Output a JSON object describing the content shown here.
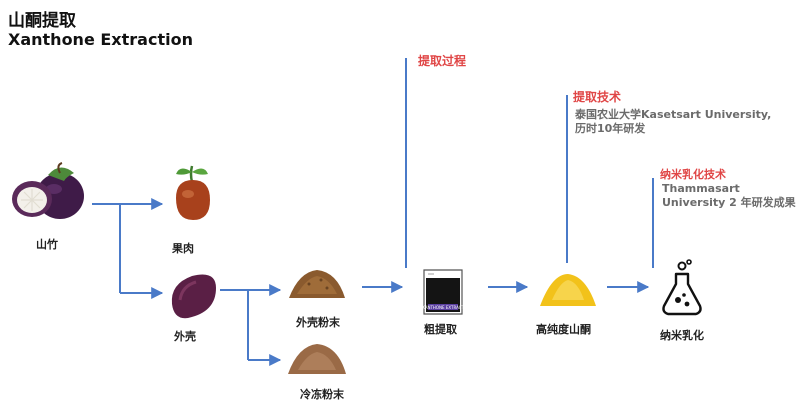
{
  "header": {
    "title_zh": "山酮提取",
    "title_en": "Xanthone Extraction"
  },
  "nodes": {
    "mangosteen": "山竹",
    "pulp": "果肉",
    "shell": "外壳",
    "shell_powder": "外壳粉末",
    "freeze_powder": "冷冻粉末",
    "crude_extract": "粗提取",
    "high_purity": "高纯度山酮",
    "nano_emulsion": "纳米乳化"
  },
  "annotations": {
    "process": "提取过程",
    "technology": "提取技术",
    "technology_note_1": "泰国农业大学Kasetsart University,",
    "technology_note_2": "历时10年研发",
    "nano_tech": "纳米乳化技术",
    "nano_note_1": "Thammasart",
    "nano_note_2": "University 2 年研发成果"
  },
  "beaker_text": "XANTHONE EXTRACT",
  "colors": {
    "arrow": "#4a7ac8",
    "accent_red": "#e04646",
    "note_grey": "#6b6b6b",
    "mangosteen_purple": "#4a1f52",
    "pulp_brown": "#a8411c",
    "shell_purple": "#5a1f45",
    "powder_brown": "#8a5a2e",
    "xanthone_yellow": "#f2c21a"
  },
  "icons": [
    "mangosteen-image",
    "pulp-image",
    "shell-image",
    "shell-powder-image",
    "freeze-powder-image",
    "beaker-image",
    "yellow-powder-image",
    "flask-icon"
  ]
}
